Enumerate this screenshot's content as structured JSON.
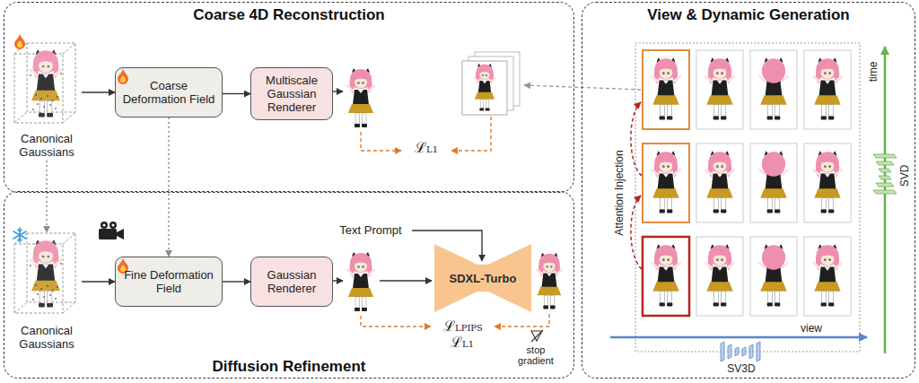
{
  "diagram": {
    "nodes": [
      {
        "text": [
          "Coarse 4D Reconstruction"
        ]
      },
      {
        "text": [
          "Canonical Gaussians"
        ],
        "in": 0
      },
      {
        "text": [
          "Coarse Deformation Field"
        ],
        "in": 0
      },
      {
        "text": [
          "Multiscale Gaussian Renderer"
        ],
        "in": 0
      },
      {
        "text": [
          "Diffusion Refinement"
        ]
      },
      {
        "text": [
          "Canonical Gaussians"
        ],
        "in": 4
      },
      {
        "text": [
          "Fine Deformation Field"
        ],
        "in": 4
      },
      {
        "text": [
          "Gaussian Renderer"
        ],
        "in": 4
      },
      {
        "text": [
          "SDXL-Turbo"
        ],
        "in": 4
      },
      {
        "text": [
          "View & Dynamic Generation"
        ]
      }
    ],
    "edges": [
      {
        "from": 1,
        "to": 2,
        "arrow": "to"
      },
      {
        "from": 2,
        "to": 3,
        "arrow": "to"
      },
      {
        "from": 5,
        "to": 6,
        "arrow": "to"
      },
      {
        "from": 6,
        "to": 7,
        "arrow": "to"
      },
      {
        "from": 1,
        "to": 5,
        "arrow": "to"
      },
      {
        "from": 2,
        "to": 6,
        "arrow": "to"
      }
    ],
    "labels": [
      "ℒL1",
      "Text Prompt",
      "ℒLPIPS",
      "ℒL1",
      "stop gradient",
      "Attention Injection",
      "time",
      "SVD",
      "view",
      "SV3D"
    ]
  }
}
